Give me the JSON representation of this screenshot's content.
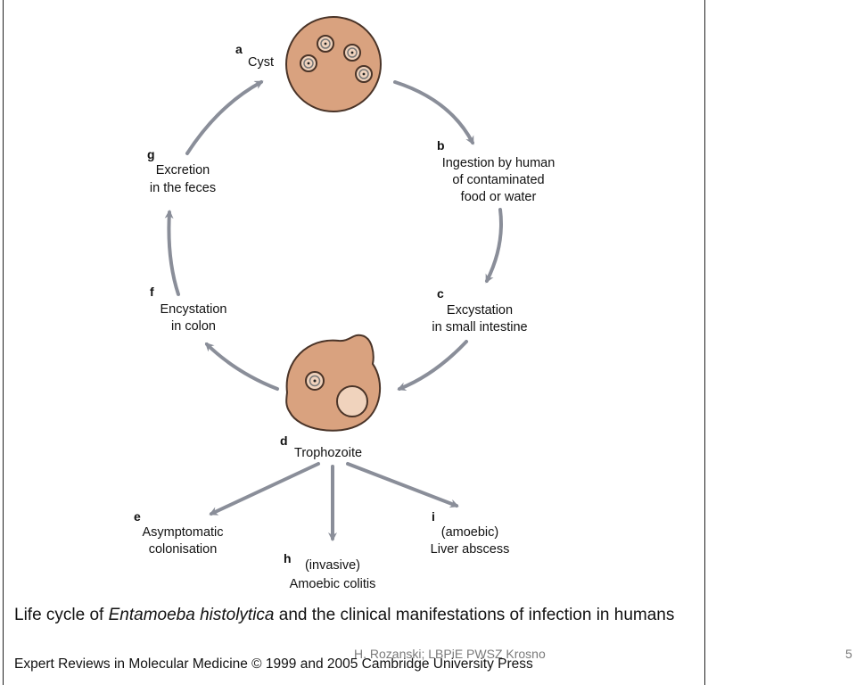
{
  "diagram": {
    "stages": {
      "a": {
        "letter": "a",
        "lines": [
          "Cyst"
        ]
      },
      "b": {
        "letter": "b",
        "lines": [
          "Ingestion by human",
          "of contaminated",
          "food or water"
        ]
      },
      "c": {
        "letter": "c",
        "lines": [
          "Excystation",
          "in small intestine"
        ]
      },
      "d": {
        "letter": "d",
        "lines": [
          "Trophozoite"
        ]
      },
      "e": {
        "letter": "e",
        "lines": [
          "Asymptomatic",
          "colonisation"
        ]
      },
      "f": {
        "letter": "f",
        "lines": [
          "Encystation",
          "in colon"
        ]
      },
      "g": {
        "letter": "g",
        "lines": [
          "Excretion",
          "in the feces"
        ]
      },
      "h": {
        "letter": "h",
        "lines": [
          "(invasive)",
          "Amoebic colitis"
        ]
      },
      "i": {
        "letter": "i",
        "lines": [
          "(amoebic)",
          "Liver abscess"
        ]
      }
    },
    "colors": {
      "cell_fill": "#d9a27f",
      "cell_stroke": "#4a3428",
      "nucleus_fill": "#f0d3bd",
      "arrow": "#8a8e99"
    }
  },
  "caption": {
    "part1": "Life cycle of ",
    "italic": "Entamoeba histolytica",
    "part2": " and the clinical manifestations of infection in humans"
  },
  "credit": "Expert Reviews in Molecular Medicine © 1999 and 2005 Cambridge University Press",
  "footer": {
    "author": "H. Rozanski; LBPiE PWSZ Krosno",
    "page": "5"
  }
}
